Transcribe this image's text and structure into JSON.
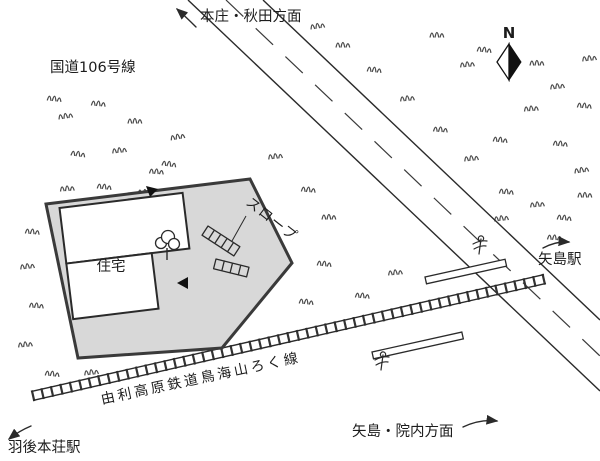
{
  "labels": {
    "top_direction": "本庄・秋田方面",
    "route": "国道106号線",
    "compass": "N",
    "slope": "スロープ",
    "house": "住宅",
    "station_yajima": "矢島駅",
    "railway_line": "由利高原鉄道鳥海山ろく線",
    "station_ugohonjo": "羽後本荘駅",
    "bottom_direction": "矢島・院内方面"
  },
  "colors": {
    "ink": "#2a2a2a",
    "plot_fill": "#d8d8d8",
    "building_fill": "#ffffff",
    "compass_dark": "#111111"
  }
}
